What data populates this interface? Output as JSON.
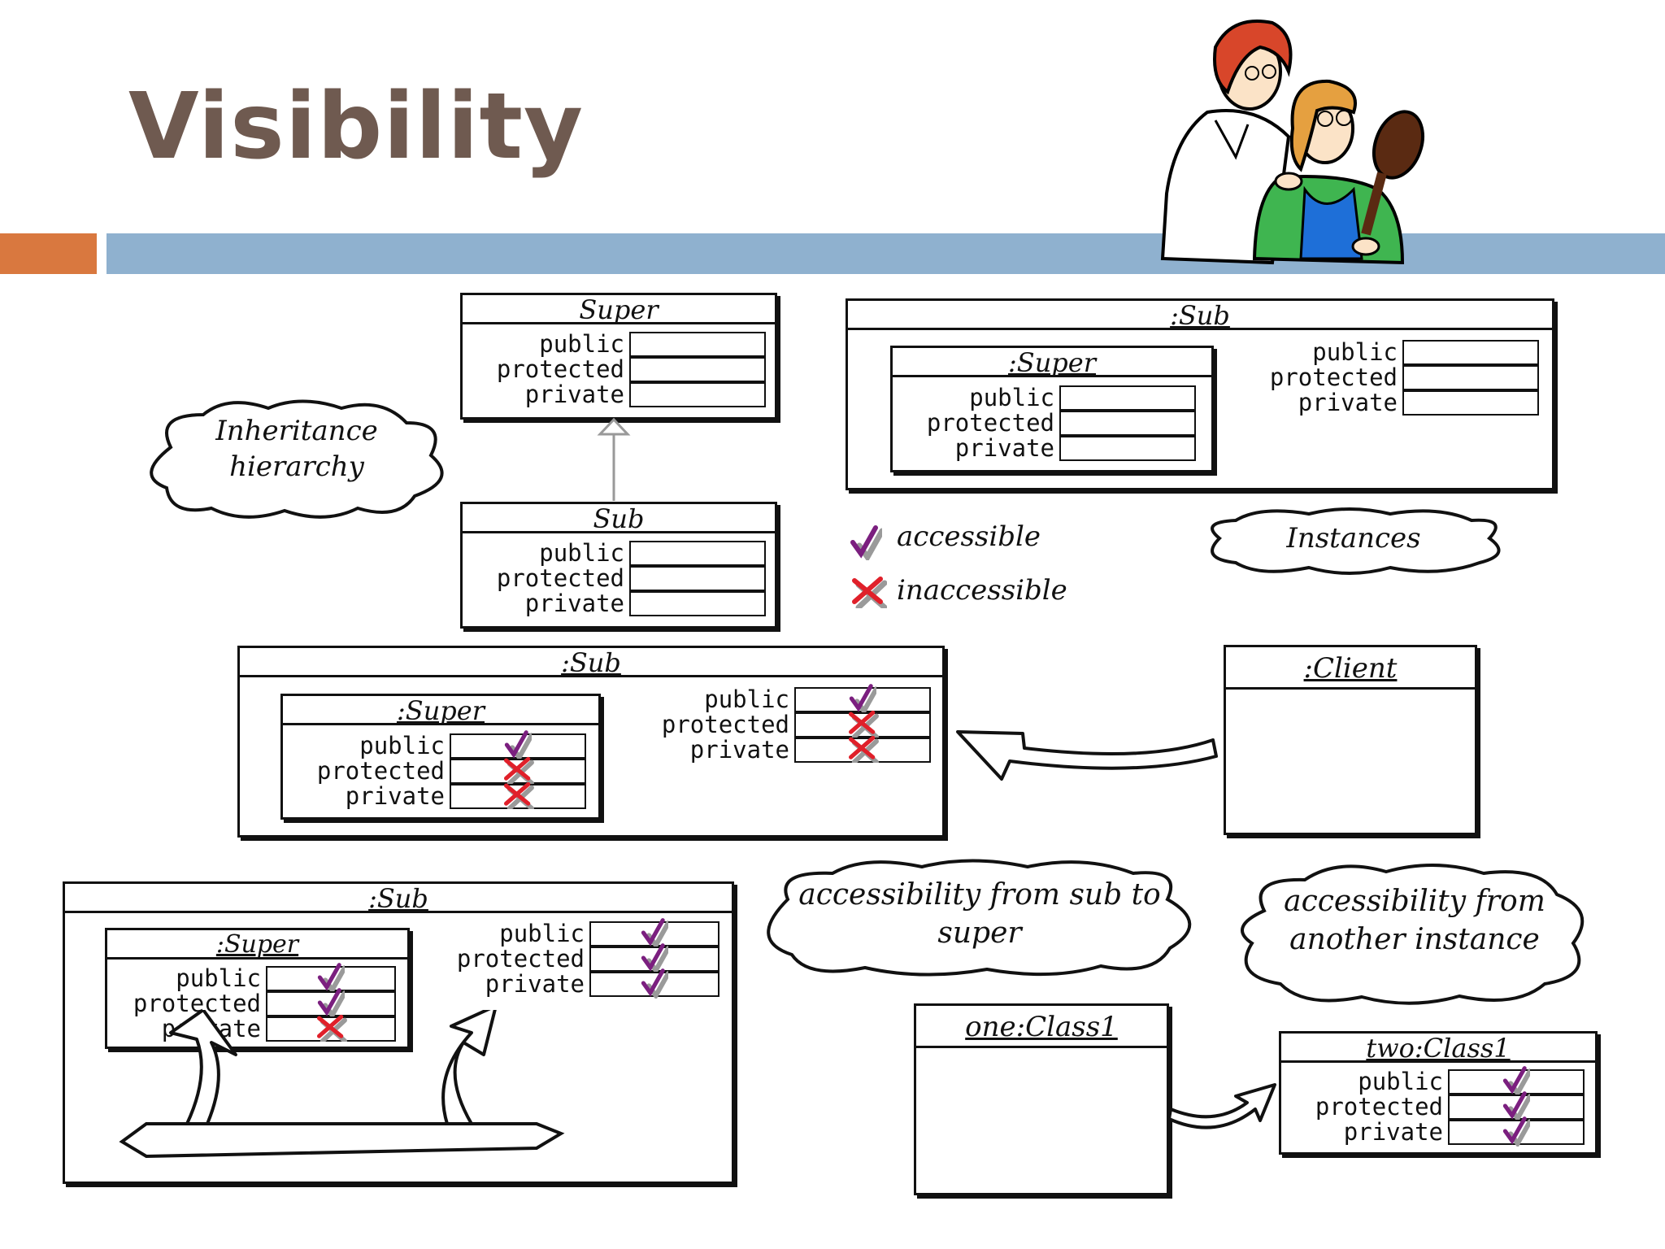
{
  "slide": {
    "title": "Visibility"
  },
  "clouds": {
    "inheritance": "Inheritance hierarchy",
    "instances": "Instances",
    "sub_to_super": "accessibility from sub to super",
    "another_instance": "accessibility from another instance"
  },
  "legend": {
    "accessible": "accessible",
    "inaccessible": "inaccessible"
  },
  "rows": {
    "public": "public",
    "protected": "protected",
    "private": "private"
  },
  "hierarchy": {
    "super_class": "Super",
    "sub_class": "Sub"
  },
  "instance_top": {
    "outer": ":Sub",
    "inner": ":Super"
  },
  "client_example": {
    "outer": ":Sub",
    "inner": ":Super",
    "client": ":Client",
    "inner_marks": [
      "check",
      "cross",
      "cross"
    ],
    "outer_marks": [
      "check",
      "cross",
      "cross"
    ]
  },
  "sub_example": {
    "outer": ":Sub",
    "inner": ":Super",
    "inner_marks": [
      "check",
      "check",
      "cross"
    ],
    "outer_marks": [
      "check",
      "check",
      "check"
    ]
  },
  "class_example": {
    "one": "one:Class1",
    "two": "two:Class1",
    "two_marks": [
      "check",
      "check",
      "check"
    ]
  },
  "colors": {
    "title": "#6f5a50",
    "bar_orange": "#d9783f",
    "bar_blue": "#8fb1cf",
    "check": "#7b1f7f",
    "cross": "#e0202a",
    "shadow_mark": "#9a9a9a"
  },
  "icons": [
    "teacher-student-clipart",
    "check-icon",
    "cross-icon",
    "cloud-shape",
    "curved-arrow-icon"
  ]
}
